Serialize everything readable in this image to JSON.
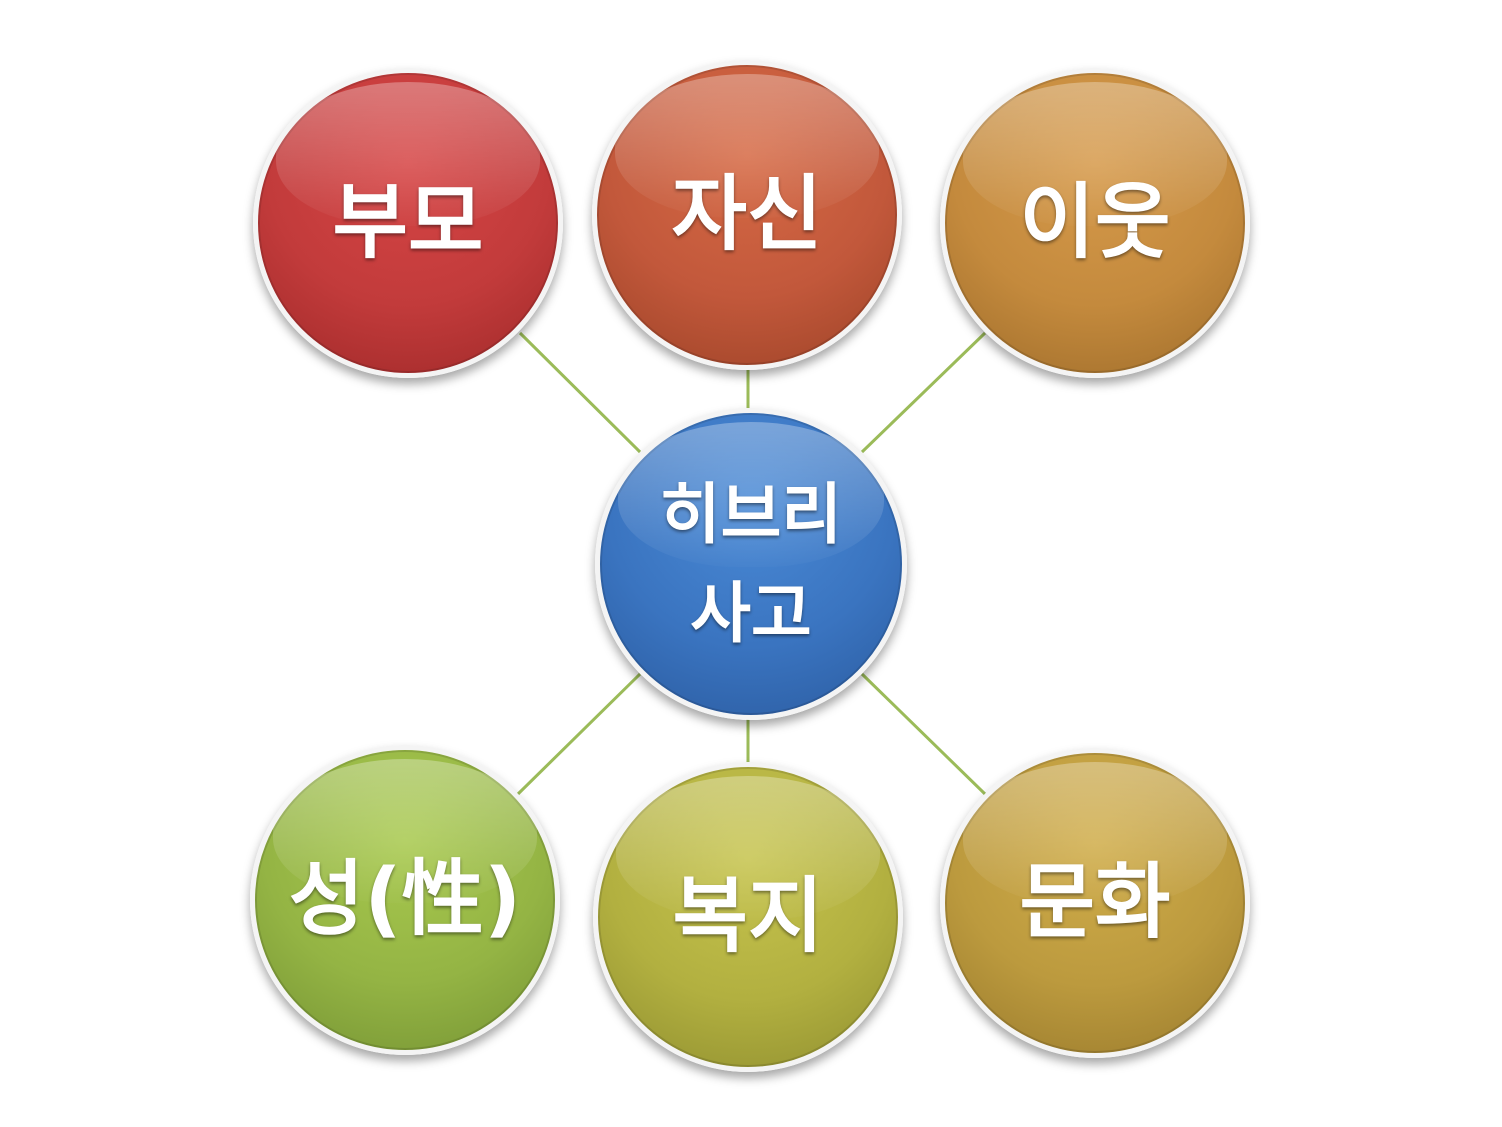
{
  "diagram": {
    "center": {
      "label": "히브리\n사고",
      "color": "#3a74c0"
    },
    "nodes": [
      {
        "id": "parent",
        "label": "부모",
        "color": "#c23b3b"
      },
      {
        "id": "self",
        "label": "자신",
        "color": "#c2583b"
      },
      {
        "id": "neighbor",
        "label": "이웃",
        "color": "#c48a3d"
      },
      {
        "id": "sex",
        "label": "성(性)",
        "color": "#94b444"
      },
      {
        "id": "welfare",
        "label": "복지",
        "color": "#b2b040"
      },
      {
        "id": "culture",
        "label": "문화",
        "color": "#bc9a3e"
      }
    ],
    "connector_color": "#9bbb59"
  }
}
